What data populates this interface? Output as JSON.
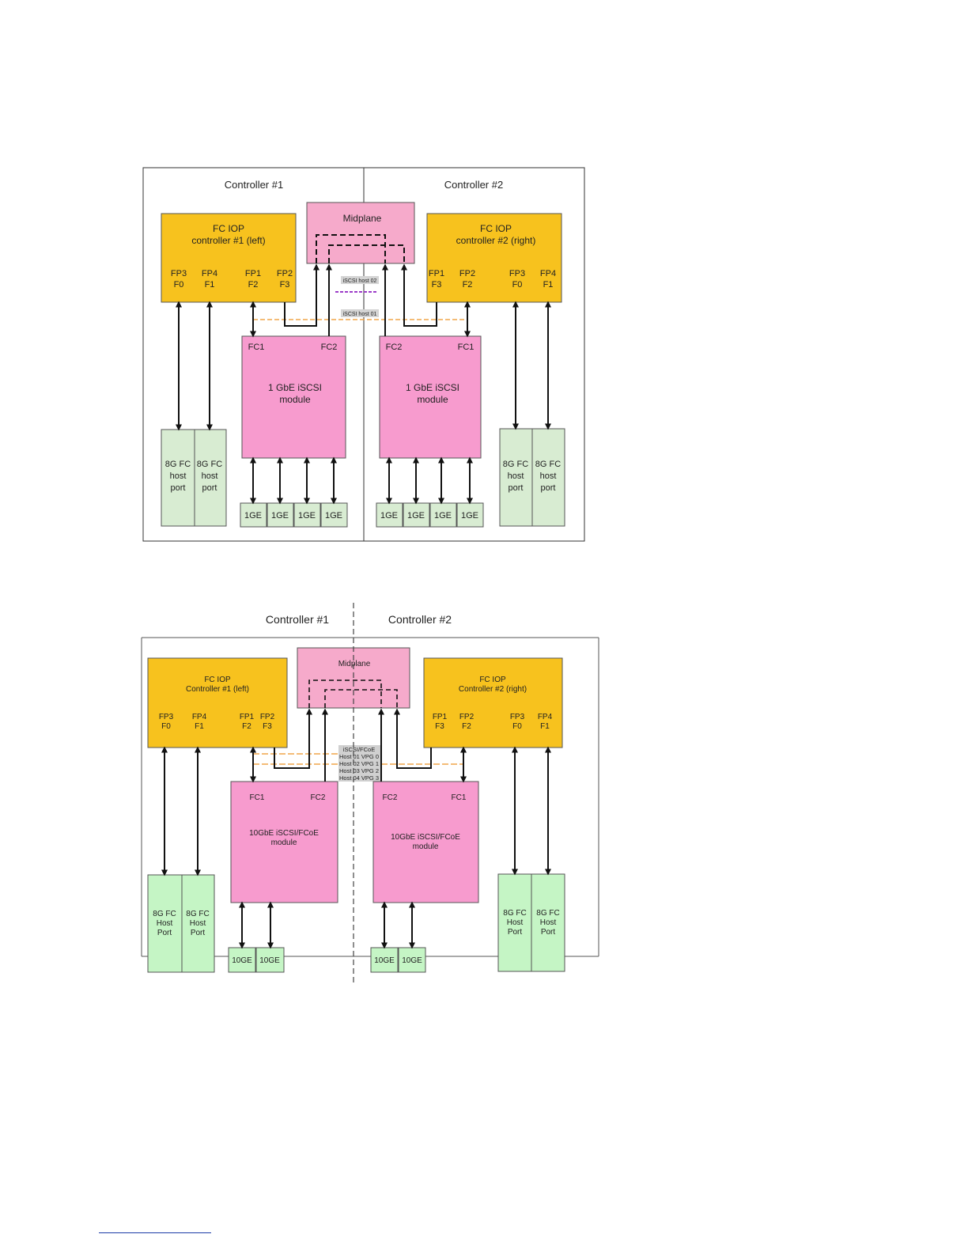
{
  "colors": {
    "iop": "#f7c21e",
    "module": "#f79bce",
    "port_old": "#d8ecd2",
    "port_new": "#c5f5c5",
    "midplane": "#f6aacb",
    "arrow": "#111111",
    "link_orange": "#f0a64a",
    "link_purple": "#9b3cc8"
  },
  "icons": {
    "arrow": "double-headed-arrow-icon"
  },
  "diagram1": {
    "controller1_label": "Controller #1",
    "controller2_label": "Controller #2",
    "midplane_label": "Midplane",
    "iop_left": {
      "line1": "FC IOP",
      "line2": "controller #1 (left)",
      "ports": [
        {
          "fp": "FP3",
          "f": "F0"
        },
        {
          "fp": "FP4",
          "f": "F1"
        },
        {
          "fp": "FP1",
          "f": "F2"
        },
        {
          "fp": "FP2",
          "f": "F3"
        }
      ]
    },
    "iop_right": {
      "line1": "FC IOP",
      "line2": "controller #2 (right)",
      "ports": [
        {
          "fp": "FP1",
          "f": "F3"
        },
        {
          "fp": "FP2",
          "f": "F2"
        },
        {
          "fp": "FP3",
          "f": "F0"
        },
        {
          "fp": "FP4",
          "f": "F1"
        }
      ]
    },
    "host_label_1": "iSCSI host 02",
    "host_label_2": "iSCSI host 01",
    "module_left": {
      "fc_a": "FC1",
      "fc_b": "FC2",
      "line1": "1 GbE iSCSI",
      "line2": "module"
    },
    "module_right": {
      "fc_a": "FC2",
      "fc_b": "FC1",
      "line1": "1 GbE iSCSI",
      "line2": "module"
    },
    "host_port": [
      "8G FC",
      "host",
      "port"
    ],
    "ge_label": "1GE"
  },
  "diagram2": {
    "controller1_label": "Controller #1",
    "controller2_label": "Controller #2",
    "midplane_label": "Midplane",
    "iop_left": {
      "line1": "FC IOP",
      "line2": "Controller #1 (left)",
      "ports": [
        {
          "fp": "FP3",
          "f": "F0"
        },
        {
          "fp": "FP4",
          "f": "F1"
        },
        {
          "fp": "FP1",
          "f": "F2"
        },
        {
          "fp": "FP2",
          "f": "F3"
        }
      ]
    },
    "iop_right": {
      "line1": "FC IOP",
      "line2": "Controller #2 (right)",
      "ports": [
        {
          "fp": "FP1",
          "f": "F3"
        },
        {
          "fp": "FP2",
          "f": "F2"
        },
        {
          "fp": "FP3",
          "f": "F0"
        },
        {
          "fp": "FP4",
          "f": "F1"
        }
      ]
    },
    "host_labels": [
      "iSCSI/FCoE",
      "Host 01 VPG 0",
      "Host 02 VPG 1",
      "Host 03 VPG 2",
      "Host 04 VPG 3"
    ],
    "module_left": {
      "fc_a": "FC1",
      "fc_b": "FC2",
      "line1": "10GbE iSCSI/FCoE",
      "line2": "module"
    },
    "module_right": {
      "fc_a": "FC2",
      "fc_b": "FC1",
      "line1": "10GbE iSCSI/FCoE",
      "line2": "module"
    },
    "host_port": [
      "8G FC",
      "Host",
      "Port"
    ],
    "ge_label": "10GE"
  }
}
